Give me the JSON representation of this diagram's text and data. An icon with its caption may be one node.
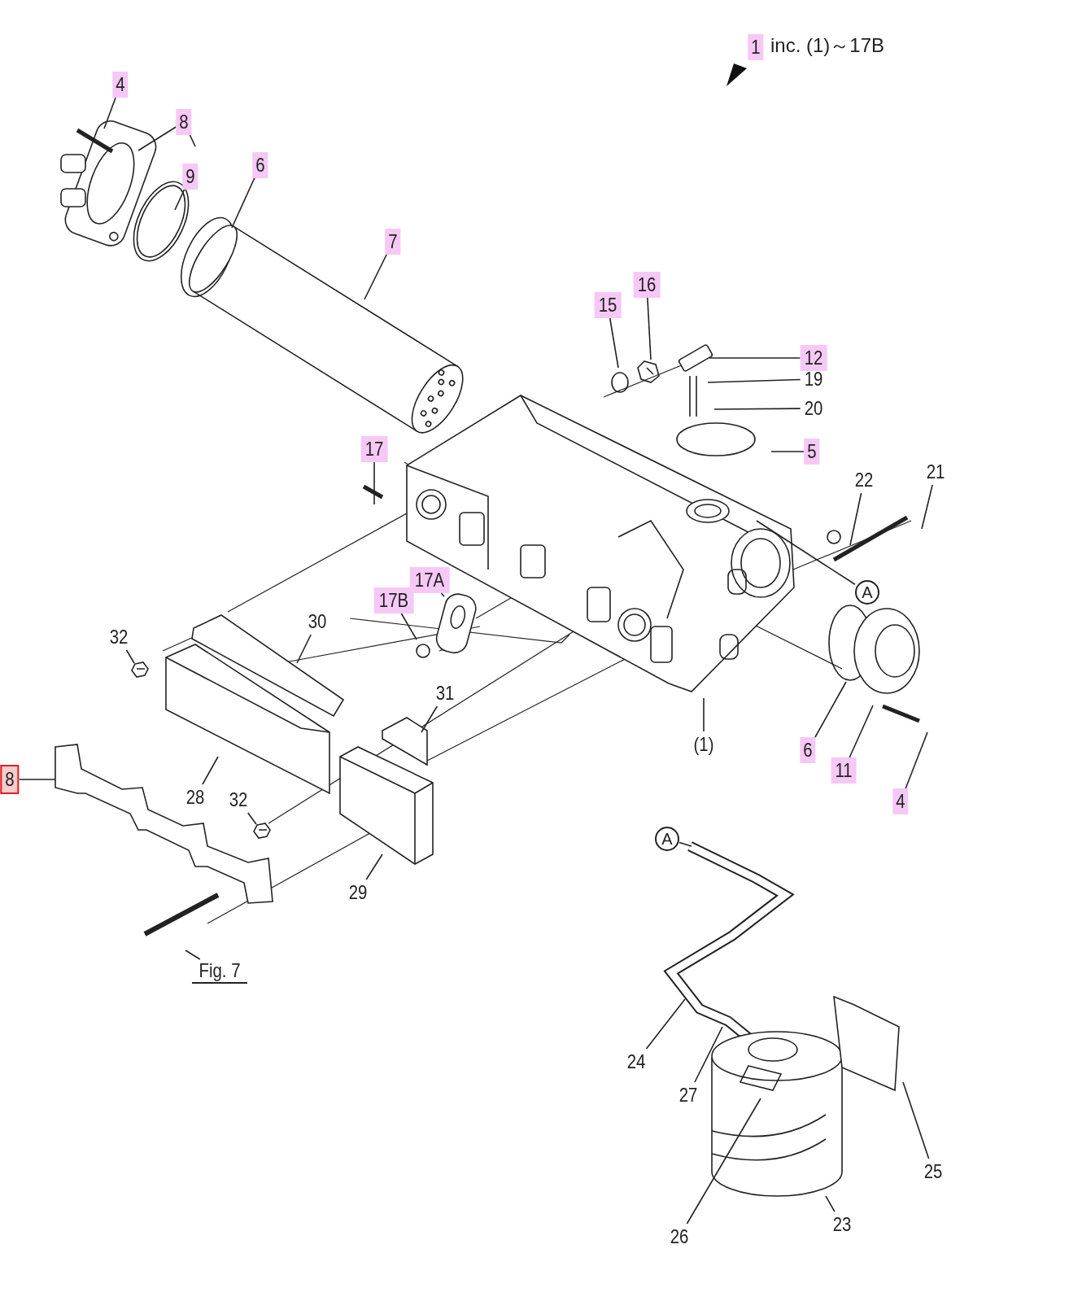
{
  "diagram": {
    "nodes": [
      {
        "text": [
          "4"
        ]
      },
      {
        "text": [
          "8"
        ]
      },
      {
        "text": [
          "9"
        ]
      },
      {
        "text": [
          "6"
        ]
      },
      {
        "text": [
          "7"
        ]
      },
      {
        "text": [
          "15"
        ]
      },
      {
        "text": [
          "16"
        ]
      },
      {
        "text": [
          "12"
        ]
      },
      {
        "text": [
          "19"
        ]
      },
      {
        "text": [
          "20"
        ]
      },
      {
        "text": [
          "5"
        ]
      },
      {
        "text": [
          "17"
        ]
      },
      {
        "text": [
          "22"
        ]
      },
      {
        "text": [
          "21"
        ]
      },
      {
        "text": [
          "17A"
        ]
      },
      {
        "text": [
          "17B"
        ]
      },
      {
        "text": [
          "A"
        ]
      },
      {
        "text": [
          "32"
        ]
      },
      {
        "text": [
          "30"
        ]
      },
      {
        "text": [
          "31"
        ]
      },
      {
        "text": [
          "(1)"
        ]
      },
      {
        "text": [
          "6"
        ]
      },
      {
        "text": [
          "11"
        ]
      },
      {
        "text": [
          "4"
        ]
      },
      {
        "text": [
          "8"
        ]
      },
      {
        "text": [
          "28"
        ]
      },
      {
        "text": [
          "32"
        ]
      },
      {
        "text": [
          "29"
        ]
      },
      {
        "text": [
          "Fig. 7"
        ]
      },
      {
        "text": [
          "A"
        ]
      },
      {
        "text": [
          "24"
        ]
      },
      {
        "text": [
          "27"
        ]
      },
      {
        "text": [
          "26"
        ]
      },
      {
        "text": [
          "23"
        ]
      },
      {
        "text": [
          "25"
        ]
      },
      {
        "text": [
          "1"
        ]
      }
    ],
    "edges": [
      {
        "from": 0,
        "to": null,
        "arrow": "none"
      },
      {
        "from": 1,
        "to": null,
        "arrow": "none"
      },
      {
        "from": 1,
        "to": null,
        "arrow": "none"
      },
      {
        "from": 2,
        "to": null,
        "arrow": "none"
      },
      {
        "from": 3,
        "to": null,
        "arrow": "none"
      },
      {
        "from": 4,
        "to": null,
        "arrow": "none"
      },
      {
        "from": 5,
        "to": null,
        "arrow": "none"
      },
      {
        "from": 6,
        "to": null,
        "arrow": "none"
      },
      {
        "from": 7,
        "to": null,
        "arrow": "none"
      },
      {
        "from": 8,
        "to": null,
        "arrow": "none"
      },
      {
        "from": 9,
        "to": null,
        "arrow": "none"
      },
      {
        "from": 10,
        "to": null,
        "arrow": "none"
      },
      {
        "from": 11,
        "to": null,
        "arrow": "none"
      },
      {
        "from": 12,
        "to": null,
        "arrow": "none"
      },
      {
        "from": 13,
        "to": null,
        "arrow": "none"
      },
      {
        "from": 14,
        "to": null,
        "arrow": "none"
      },
      {
        "from": 15,
        "to": null,
        "arrow": "none"
      },
      {
        "from": 16,
        "to": null,
        "arrow": "none"
      },
      {
        "from": 17,
        "to": null,
        "arrow": "none"
      },
      {
        "from": 18,
        "to": null,
        "arrow": "none"
      },
      {
        "from": 19,
        "to": null,
        "arrow": "none"
      },
      {
        "from": 20,
        "to": null,
        "arrow": "none"
      },
      {
        "from": 21,
        "to": null,
        "arrow": "none"
      },
      {
        "from": 22,
        "to": null,
        "arrow": "none"
      },
      {
        "from": 23,
        "to": null,
        "arrow": "none"
      },
      {
        "from": 24,
        "to": null,
        "arrow": "none"
      },
      {
        "from": 25,
        "to": null,
        "arrow": "none"
      },
      {
        "from": 26,
        "to": null,
        "arrow": "none"
      },
      {
        "from": 27,
        "to": null,
        "arrow": "none"
      },
      {
        "from": 28,
        "to": null,
        "arrow": "none"
      },
      {
        "from": 29,
        "to": null,
        "arrow": "none"
      },
      {
        "from": 30,
        "to": null,
        "arrow": "none"
      },
      {
        "from": 31,
        "to": null,
        "arrow": "none"
      },
      {
        "from": 32,
        "to": null,
        "arrow": "none"
      },
      {
        "from": 33,
        "to": null,
        "arrow": "none"
      },
      {
        "from": 34,
        "to": null,
        "arrow": "none"
      }
    ],
    "labels": [
      "inc. (1)～17B"
    ]
  }
}
